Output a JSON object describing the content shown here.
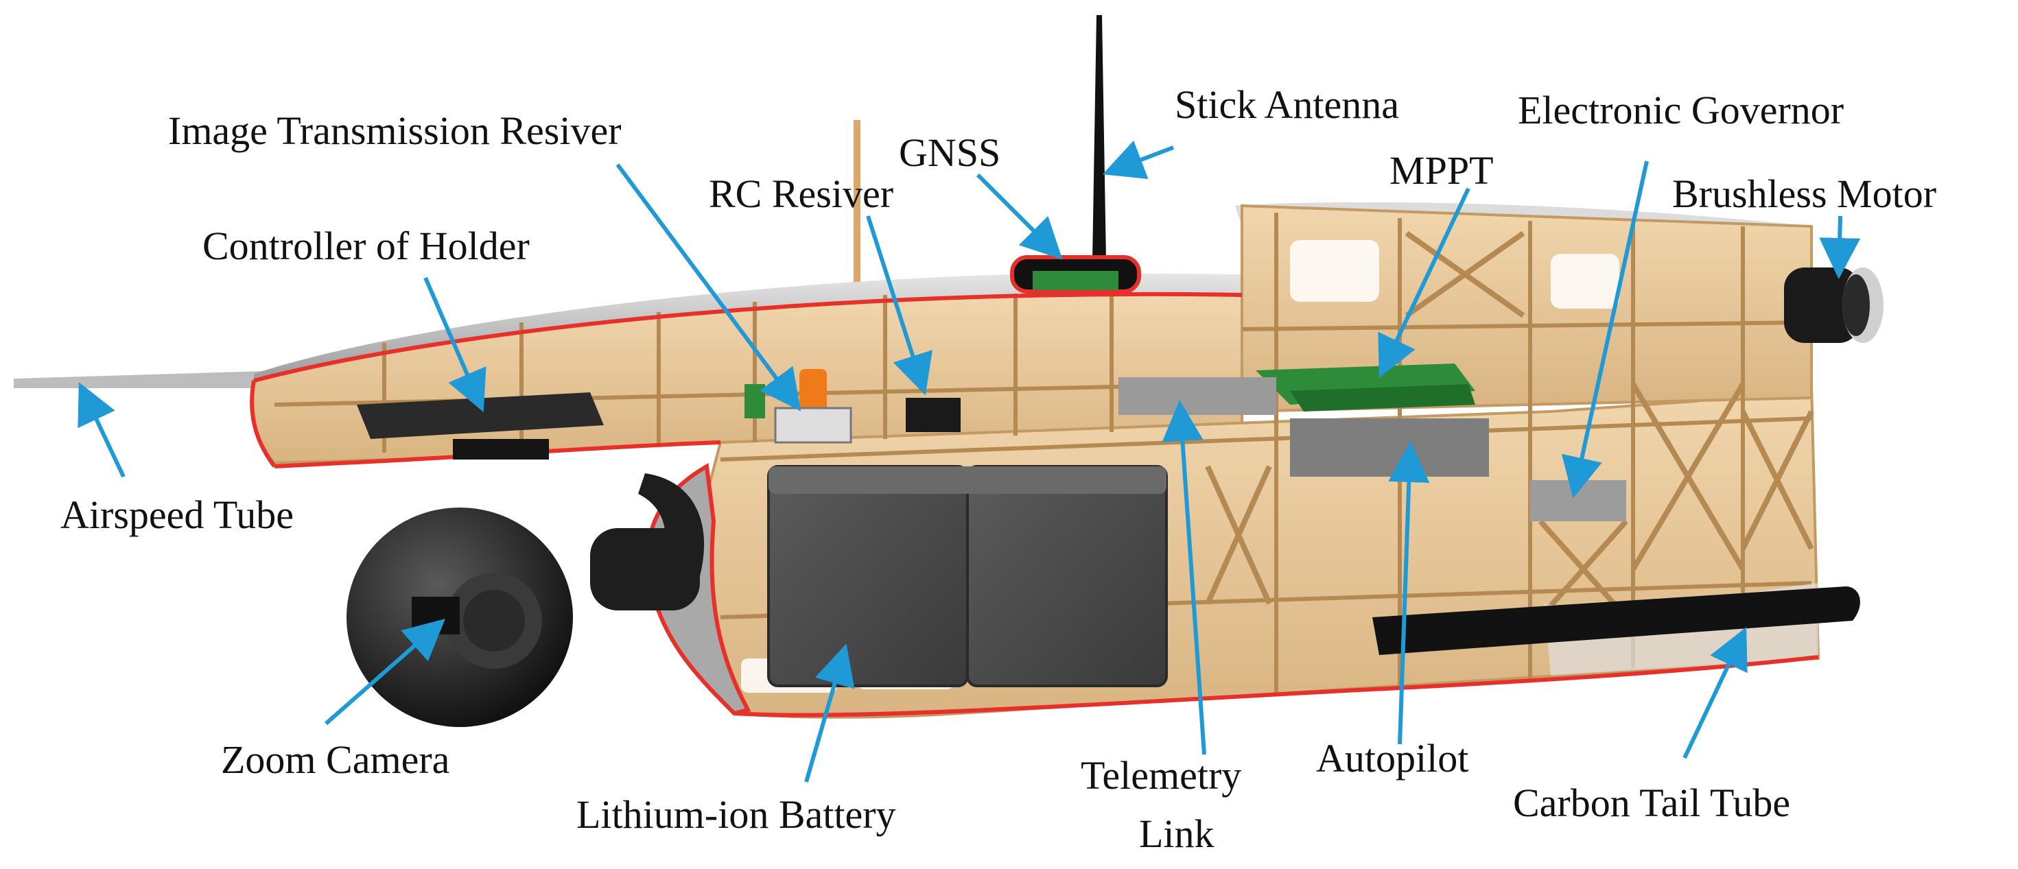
{
  "diagram": {
    "labels": {
      "stick_antenna": "Stick Antenna",
      "electronic_governor": "Electronic Governor",
      "image_transmission_resiver": "Image Transmission Resiver",
      "gnss": "GNSS",
      "mppt": "MPPT",
      "rc_resiver": "RC Resiver",
      "brushless_motor": "Brushless Motor",
      "controller_of_holder": "Controller of Holder",
      "airspeed_tube": "Airspeed Tube",
      "zoom_camera": "Zoom Camera",
      "lithium_ion_battery": "Lithium-ion Battery",
      "telemetry_link_line1": "Telemetry",
      "telemetry_link_line2": "Link",
      "autopilot": "Autopilot",
      "carbon_tail_tube": "Carbon Tail Tube"
    },
    "colors": {
      "arrow": "#1f9ad6",
      "frame_wood": "#e7c79b",
      "frame_shadow": "#c9a571",
      "shell_edge": "#e8302a",
      "shell_grey": "#bdbdbd",
      "battery": "#4a4a4a",
      "pcb_green": "#2e8b3a",
      "black_parts": "#1c1c1c"
    }
  }
}
